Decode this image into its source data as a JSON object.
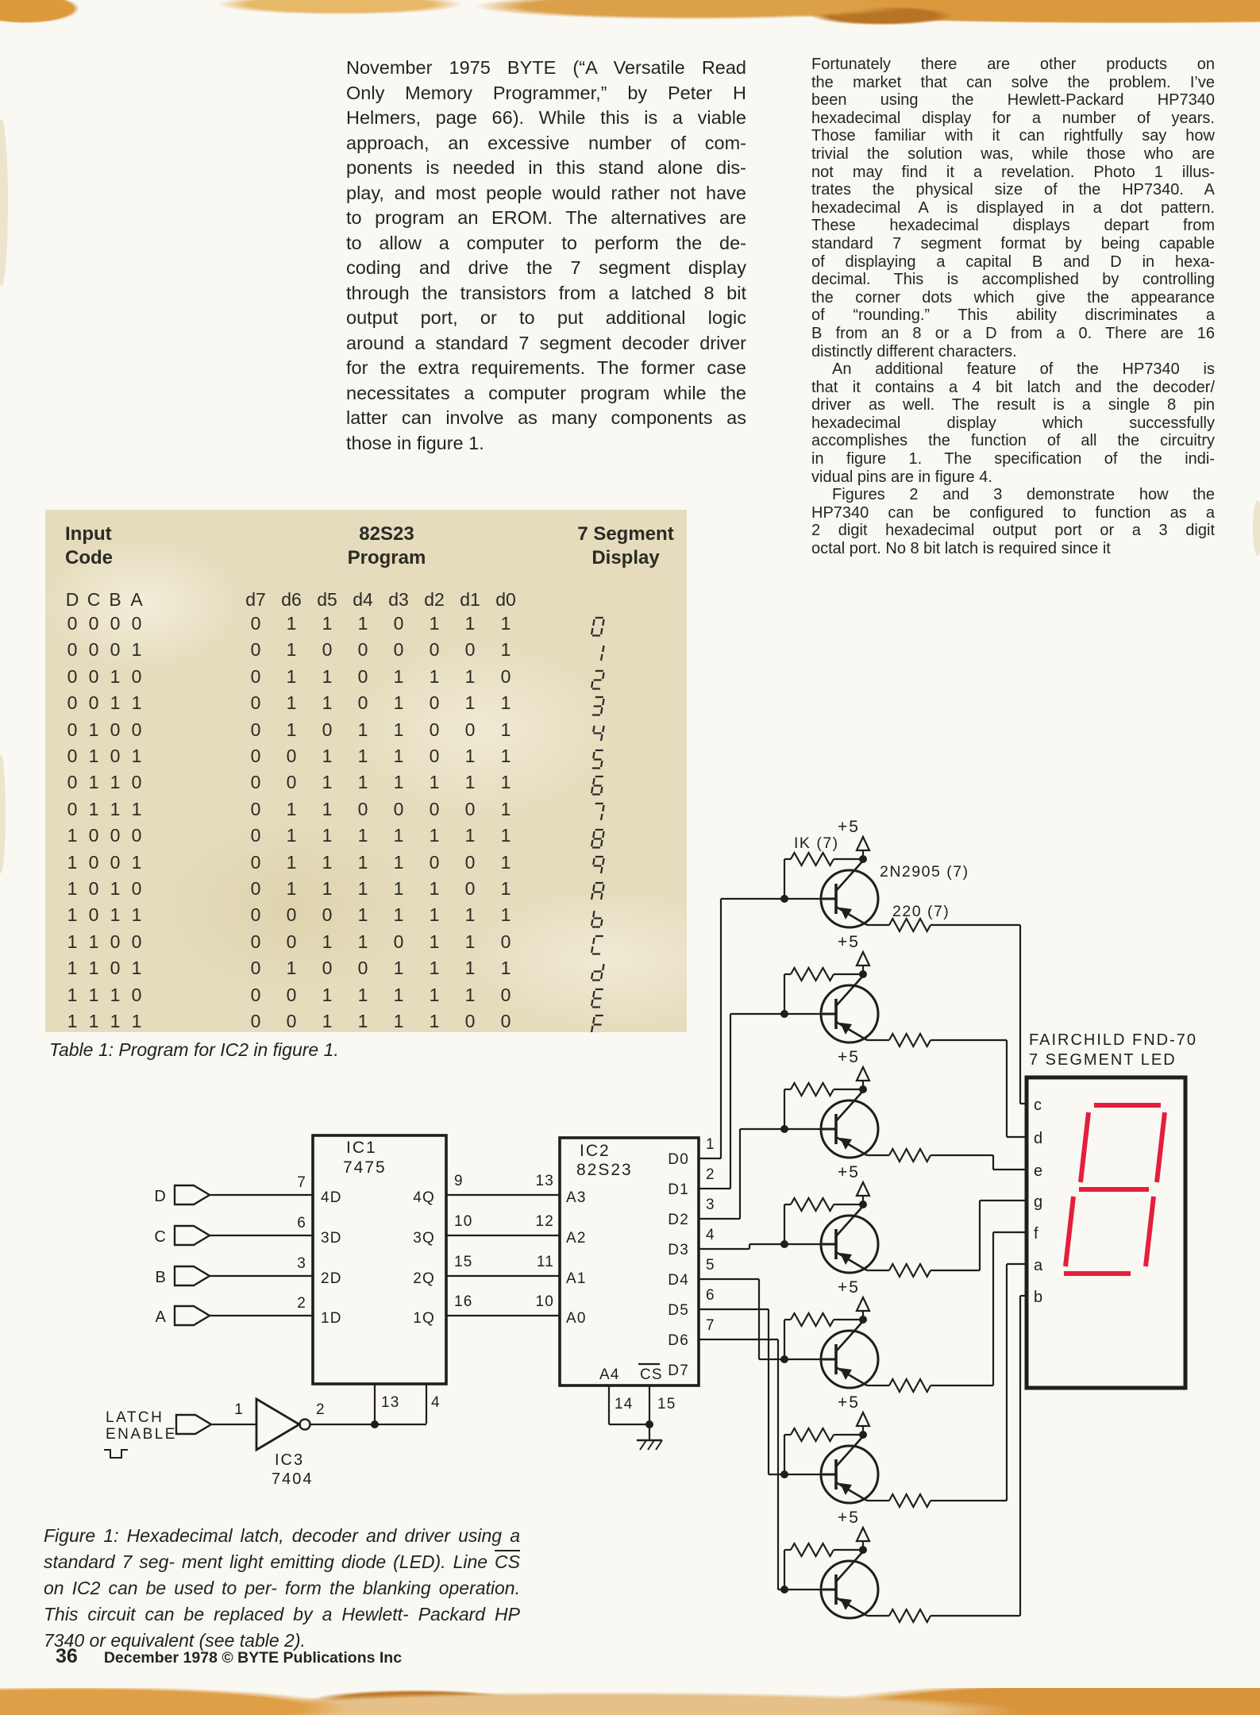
{
  "page": {
    "footer_page": "36",
    "footer_text": "December 1978 © BYTE Publications Inc"
  },
  "article": {
    "left_lines": [
      "November 1975 BYTE (“A Versatile Read",
      "Only Memory Programmer,” by Peter H",
      "Helmers, page 66). While this is a viable",
      "approach, an excessive number of com-",
      "ponents is needed in this stand alone dis-",
      "play, and most people would rather not have",
      "to program an EROM. The alternatives are",
      "to allow a computer to perform the de-",
      "coding and drive the 7 segment display",
      "through the transistors from a latched 8 bit",
      "output port, or to put additional logic",
      "around a standard 7 segment decoder driver",
      "for the extra requirements. The former case",
      "necessitates a computer program while the",
      "latter can involve as many components as",
      "those in figure 1."
    ],
    "left_last_lines": [
      15
    ],
    "right_lines": [
      "Fortunately there are other products on",
      "the market that can solve the problem. I’ve",
      "been using the Hewlett-Packard HP7340",
      "hexadecimal display for a number of years.",
      "Those familiar with it can rightfully say how",
      "trivial the solution was, while those who are",
      "not may find it a revelation. Photo 1 illus-",
      "trates the physical size of the HP7340. A",
      "hexadecimal A is displayed in a dot pattern.",
      "These hexadecimal displays depart from",
      "standard 7 segment format by being capable",
      "of displaying a capital B and D in hexa-",
      "decimal. This is accomplished by controlling",
      "the corner dots which give the appearance",
      "of “rounding.” This ability discriminates a",
      "B from an 8 or a D from a 0. There are 16",
      "distinctly different characters.",
      "An additional feature of the HP7340 is",
      "that it contains a 4 bit latch and the decoder/",
      "driver as well. The result is a single 8 pin",
      "hexadecimal display which successfully",
      "accomplishes the function of all the circuitry",
      "in figure 1. The specification of the indi-",
      "vidual pins are in figure 4.",
      "Figures 2 and 3 demonstrate how the",
      "HP7340 can be configured to function as a",
      "2 digit hexadecimal output port or a 3 digit",
      "octal port. No 8 bit latch is required since it"
    ],
    "right_indent_lines": [
      17,
      24
    ],
    "right_last_lines": [
      16,
      23,
      27
    ]
  },
  "table1": {
    "h_input": "Input",
    "h_code": "Code",
    "h_prog1": "82S23",
    "h_prog2": "Program",
    "h_seg1": "7 Segment",
    "h_seg2": "Display",
    "input_bit_names": [
      "D",
      "C",
      "B",
      "A"
    ],
    "program_bit_names": [
      "d7",
      "d6",
      "d5",
      "d4",
      "d3",
      "d2",
      "d1",
      "d0"
    ],
    "rows": [
      {
        "input": "0 0 0 0",
        "program": "0 1 1 1 0 1 1 1",
        "display": "0"
      },
      {
        "input": "0 0 0 1",
        "program": "0 1 0 0 0 0 0 1",
        "display": "1"
      },
      {
        "input": "0 0 1 0",
        "program": "0 1 1 0 1 1 1 0",
        "display": "2"
      },
      {
        "input": "0 0 1 1",
        "program": "0 1 1 0 1 0 1 1",
        "display": "3"
      },
      {
        "input": "0 1 0 0",
        "program": "0 1 0 1 1 0 0 1",
        "display": "4"
      },
      {
        "input": "0 1 0 1",
        "program": "0 0 1 1 1 0 1 1",
        "display": "5"
      },
      {
        "input": "0 1 1 0",
        "program": "0 0 1 1 1 1 1 1",
        "display": "6"
      },
      {
        "input": "0 1 1 1",
        "program": "0 1 1 0 0 0 0 1",
        "display": "7"
      },
      {
        "input": "1 0 0 0",
        "program": "0 1 1 1 1 1 1 1",
        "display": "8"
      },
      {
        "input": "1 0 0 1",
        "program": "0 1 1 1 1 0 0 1",
        "display": "9"
      },
      {
        "input": "1 0 1 0",
        "program": "0 1 1 1 1 1 0 1",
        "display": "A"
      },
      {
        "input": "1 0 1 1",
        "program": "0 0 0 1 1 1 1 1",
        "display": "b"
      },
      {
        "input": "1 1 0 0",
        "program": "0 0 1 1 0 1 1 0",
        "display": "C"
      },
      {
        "input": "1 1 0 1",
        "program": "0 1 0 0 1 1 1 1",
        "display": "d"
      },
      {
        "input": "1 1 1 0",
        "program": "0 0 1 1 1 1 1 0",
        "display": "E"
      },
      {
        "input": "1 1 1 1",
        "program": "0 0 1 1 1 1 0 0",
        "display": "F"
      }
    ],
    "caption": "Table 1: Program for IC2 in figure 1."
  },
  "figure1": {
    "inputs": [
      "D",
      "C",
      "B",
      "A"
    ],
    "input_pins": [
      "7",
      "6",
      "3",
      "2"
    ],
    "ic1": {
      "ref": "IC1",
      "part": "7475",
      "in_names": [
        "4D",
        "3D",
        "2D",
        "1D"
      ],
      "out_names": [
        "4Q",
        "3Q",
        "2Q",
        "1Q"
      ],
      "out_pins": [
        "9",
        "10",
        "15",
        "16"
      ],
      "bottom_pins": [
        "13",
        "4"
      ]
    },
    "ic2": {
      "ref": "IC2",
      "part": "82S23",
      "addr_names": [
        "A3",
        "A2",
        "A1",
        "A0"
      ],
      "addr_pins": [
        "13",
        "12",
        "11",
        "10"
      ],
      "data_names": [
        "D0",
        "D1",
        "D2",
        "D3",
        "D4",
        "D5",
        "D6",
        "D7"
      ],
      "data_pins": [
        "1",
        "2",
        "3",
        "4",
        "5",
        "6",
        "7"
      ],
      "a4_name": "A4",
      "a4_pin": "14",
      "cs_name": "CS",
      "cs_pin": "15"
    },
    "ic3": {
      "ref": "IC3",
      "part": "7404",
      "in_pin": "1",
      "out_pin": "2"
    },
    "latch_enable": [
      "LATCH",
      "ENABLE"
    ],
    "driver": {
      "supply_label": "+5",
      "stage_count": 7,
      "base_resistor": "IK (7)",
      "transistor": "2N2905 (7)",
      "collector_resistor": "220 (7)"
    },
    "led": {
      "title1": "FAIRCHILD FND-70",
      "title2": "7 SEGMENT LED",
      "pins": [
        "c",
        "d",
        "e",
        "g",
        "f",
        "a",
        "b"
      ],
      "digit": "8"
    },
    "caption": {
      "line1": "Figure 1: Hexadecimal latch, decoder and driver using a standard 7 seg-",
      "line2_pre": "ment light emitting diode (LED). Line ",
      "line2_cs": "CS",
      "line2_post": " on IC2 can be used to per-",
      "line3": "form the blanking operation. This circuit can be replaced by a Hewlett-",
      "line4": "Packard HP 7340 or equivalent (see table 2)."
    }
  },
  "colors": {
    "ink": "#1f1e1a",
    "led_red": "#e51e3c",
    "paper_tan": "#e5dcbd",
    "edge_orange": "#dc9a3e",
    "page_bg": "#faf8f3"
  }
}
